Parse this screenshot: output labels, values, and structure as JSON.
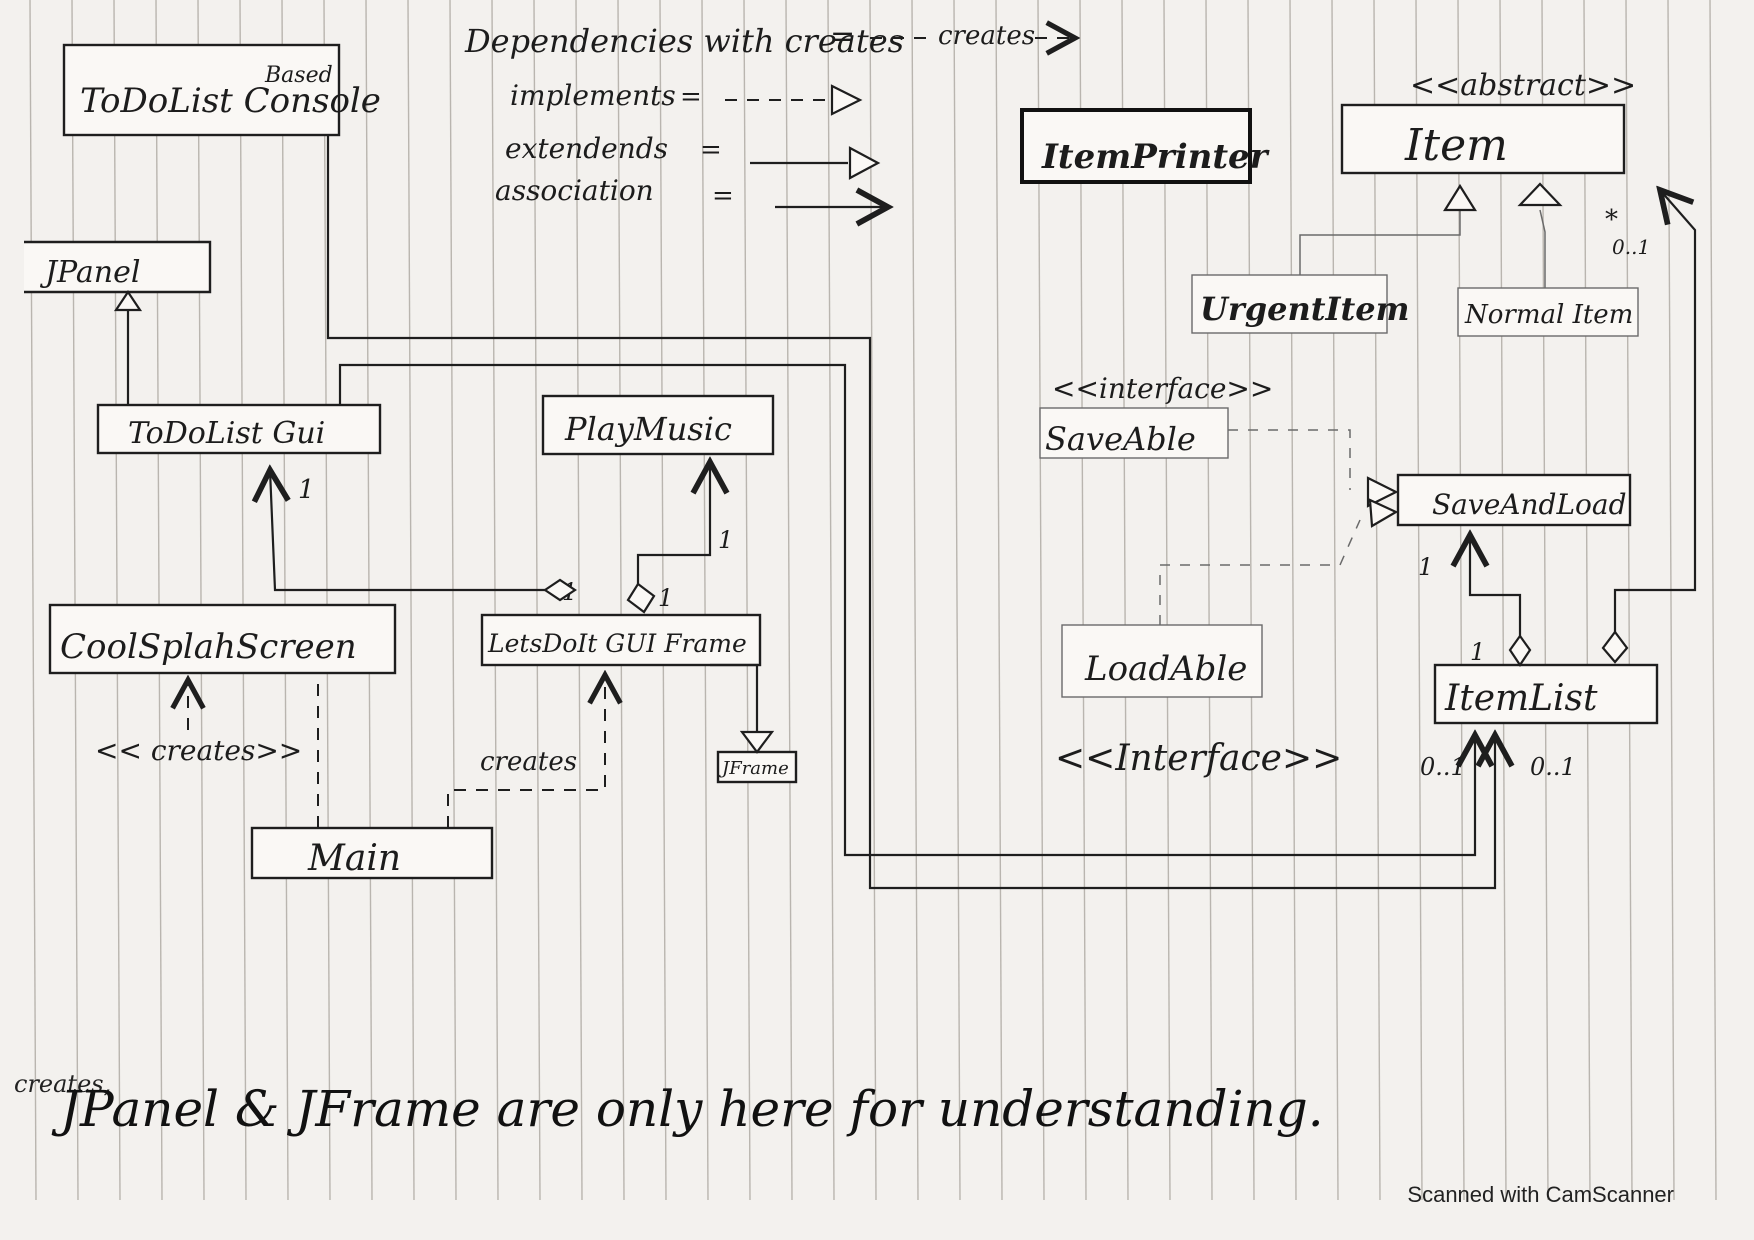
{
  "legend": {
    "title": "Dependencies with creates",
    "title_eq": "=",
    "creates_label": "creates",
    "implements": "implements",
    "extends": "extendends",
    "association": "association",
    "eq": "="
  },
  "classes": {
    "todolist_console": "ToDoList Console",
    "todolist_console_tag": "Based",
    "jpanel": "JPanel",
    "todolist_gui": "ToDoList Gui",
    "play_music": "PlayMusic",
    "cool_splash": "CoolSplahScreen",
    "lets_do_it": "LetsDoIt GUI Frame",
    "jframe": "JFrame",
    "main": "Main",
    "item_printer": "ItemPrinter",
    "item": "Item",
    "item_stereotype": "<<abstract>>",
    "urgent_item": "UrgentItem",
    "normal_item": "Normal Item",
    "saveable": "SaveAble",
    "saveable_stereotype": "<<interface>>",
    "save_and_load": "SaveAndLoad",
    "loadable": "LoadAble",
    "loadable_stereotype": "<<Interface>>",
    "item_list": "ItemList"
  },
  "labels": {
    "creates_splash": "<< creates>>",
    "creates_main": "creates",
    "m_gui_1": "1",
    "m_play_1": "1",
    "m_lets_1a": "1",
    "m_lets_1b": "1",
    "m_save_1": "1",
    "m_itemlist_1": "1",
    "m_itemlist_0a": "0..1",
    "m_itemlist_0b": "0..1",
    "m_item_star": "*",
    "m_item_01": "0..1"
  },
  "footer": {
    "creates": "creates,",
    "note": "JPanel & JFrame are only here for understanding.",
    "scanner": "Scanned with CamScanner"
  },
  "colors": {
    "ink": "#1e1e1e",
    "paper": "#f3f1ee",
    "rule": "#b9b5af"
  }
}
